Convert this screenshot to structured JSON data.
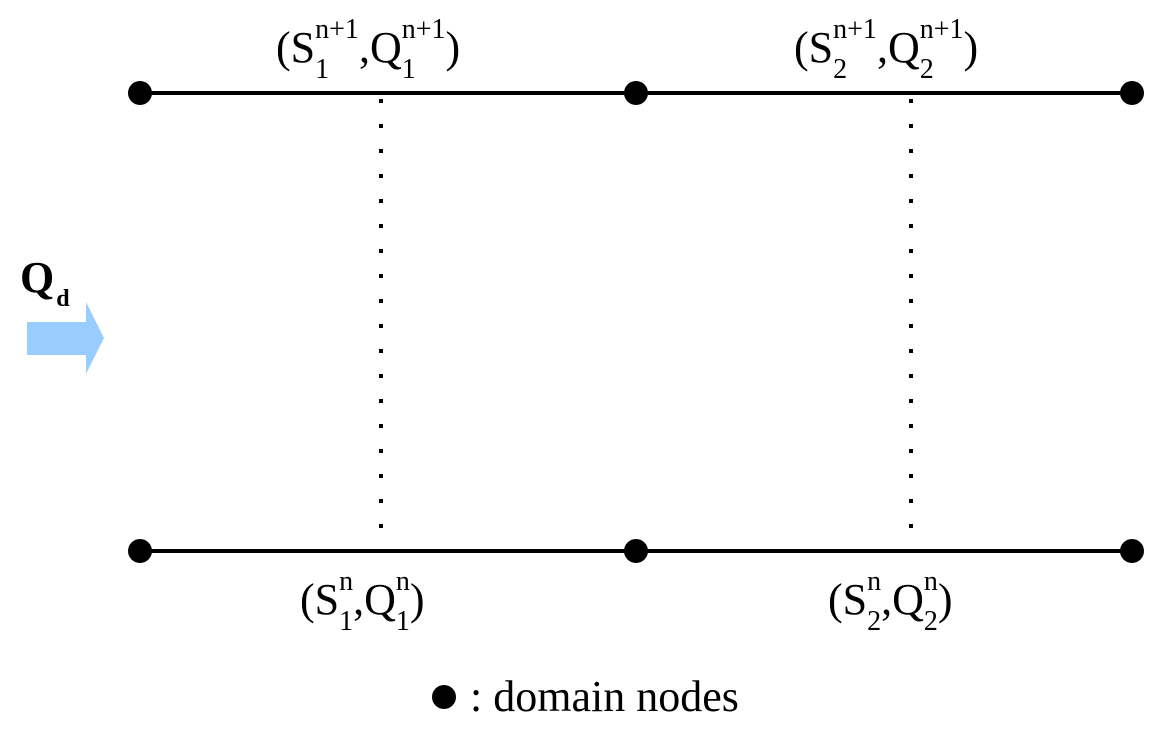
{
  "inflow": {
    "label_main": "Q",
    "label_sub": "d",
    "arrow_color": "#99ccff"
  },
  "node_color": "#000000",
  "labels": {
    "top_left": {
      "open": "(",
      "s": "S",
      "s_sub": "1",
      "s_sup": "n+1",
      "comma": ",",
      "q": "Q",
      "q_sub": "1",
      "q_sup": "n+1",
      "close": ")"
    },
    "top_right": {
      "open": "(",
      "s": "S",
      "s_sub": "2",
      "s_sup": "n+1",
      "comma": ",",
      "q": "Q",
      "q_sub": "2",
      "q_sup": "n+1",
      "close": ")"
    },
    "bottom_left": {
      "open": "(",
      "s": "S",
      "s_sub": "1",
      "s_sup": "n",
      "comma": ",",
      "q": "Q",
      "q_sub": "1",
      "q_sup": "n",
      "close": ")"
    },
    "bottom_right": {
      "open": "(",
      "s": "S",
      "s_sub": "2",
      "s_sup": "n",
      "comma": ",",
      "q": "Q",
      "q_sub": "2",
      "q_sup": "n",
      "close": ")"
    }
  },
  "legend": {
    "text": ": domain nodes"
  }
}
